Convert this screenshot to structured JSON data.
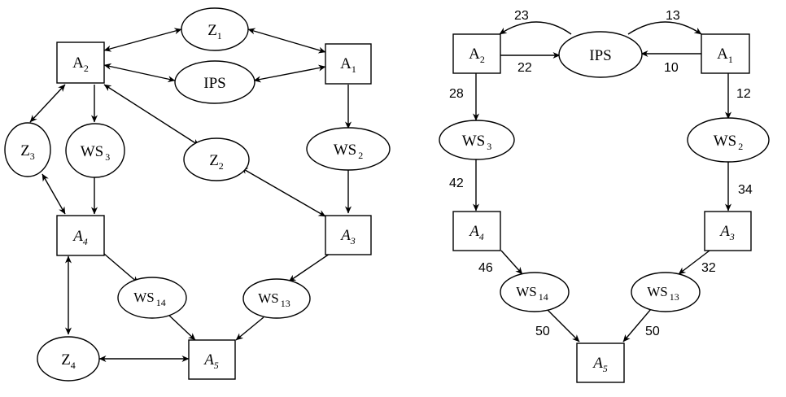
{
  "left_diagram": {
    "nodes": {
      "z1": {
        "base": "Z",
        "sub": "1"
      },
      "a2": {
        "base": "A",
        "sub": "2"
      },
      "ips": {
        "base": "IPS",
        "sub": ""
      },
      "a1": {
        "base": "A",
        "sub": "1"
      },
      "z3": {
        "base": "Z",
        "sub": "3"
      },
      "ws3": {
        "base": "WS",
        "sub": "3"
      },
      "z2": {
        "base": "Z",
        "sub": "2"
      },
      "ws2": {
        "base": "WS",
        "sub": "2"
      },
      "a4": {
        "base": "A",
        "sub": "4"
      },
      "a3": {
        "base": "A",
        "sub": "3"
      },
      "ws14": {
        "base": "WS",
        "sub": "14"
      },
      "ws13": {
        "base": "WS",
        "sub": "13"
      },
      "z4": {
        "base": "Z",
        "sub": "4"
      },
      "a5": {
        "base": "A",
        "sub": "5"
      }
    }
  },
  "right_diagram": {
    "nodes": {
      "a2": {
        "base": "A",
        "sub": "2"
      },
      "ips": {
        "base": "IPS",
        "sub": ""
      },
      "a1": {
        "base": "A",
        "sub": "1"
      },
      "ws3": {
        "base": "WS",
        "sub": "3"
      },
      "ws2": {
        "base": "WS",
        "sub": "2"
      },
      "a4": {
        "base": "A",
        "sub": "4"
      },
      "a3": {
        "base": "A",
        "sub": "3"
      },
      "ws14": {
        "base": "WS",
        "sub": "14"
      },
      "ws13": {
        "base": "WS",
        "sub": "13"
      },
      "a5": {
        "base": "A",
        "sub": "5"
      }
    },
    "edge_weights": {
      "ips_to_a2": "23",
      "ips_to_a1": "13",
      "a2_to_ips": "22",
      "a1_to_ips": "10",
      "a2_to_ws3": "28",
      "a1_to_ws2": "12",
      "ws3_to_a4": "42",
      "ws2_to_a3": "34",
      "a4_to_ws14": "46",
      "a3_to_ws13": "32",
      "ws14_to_a5": "50",
      "ws13_to_a5": "50"
    }
  }
}
